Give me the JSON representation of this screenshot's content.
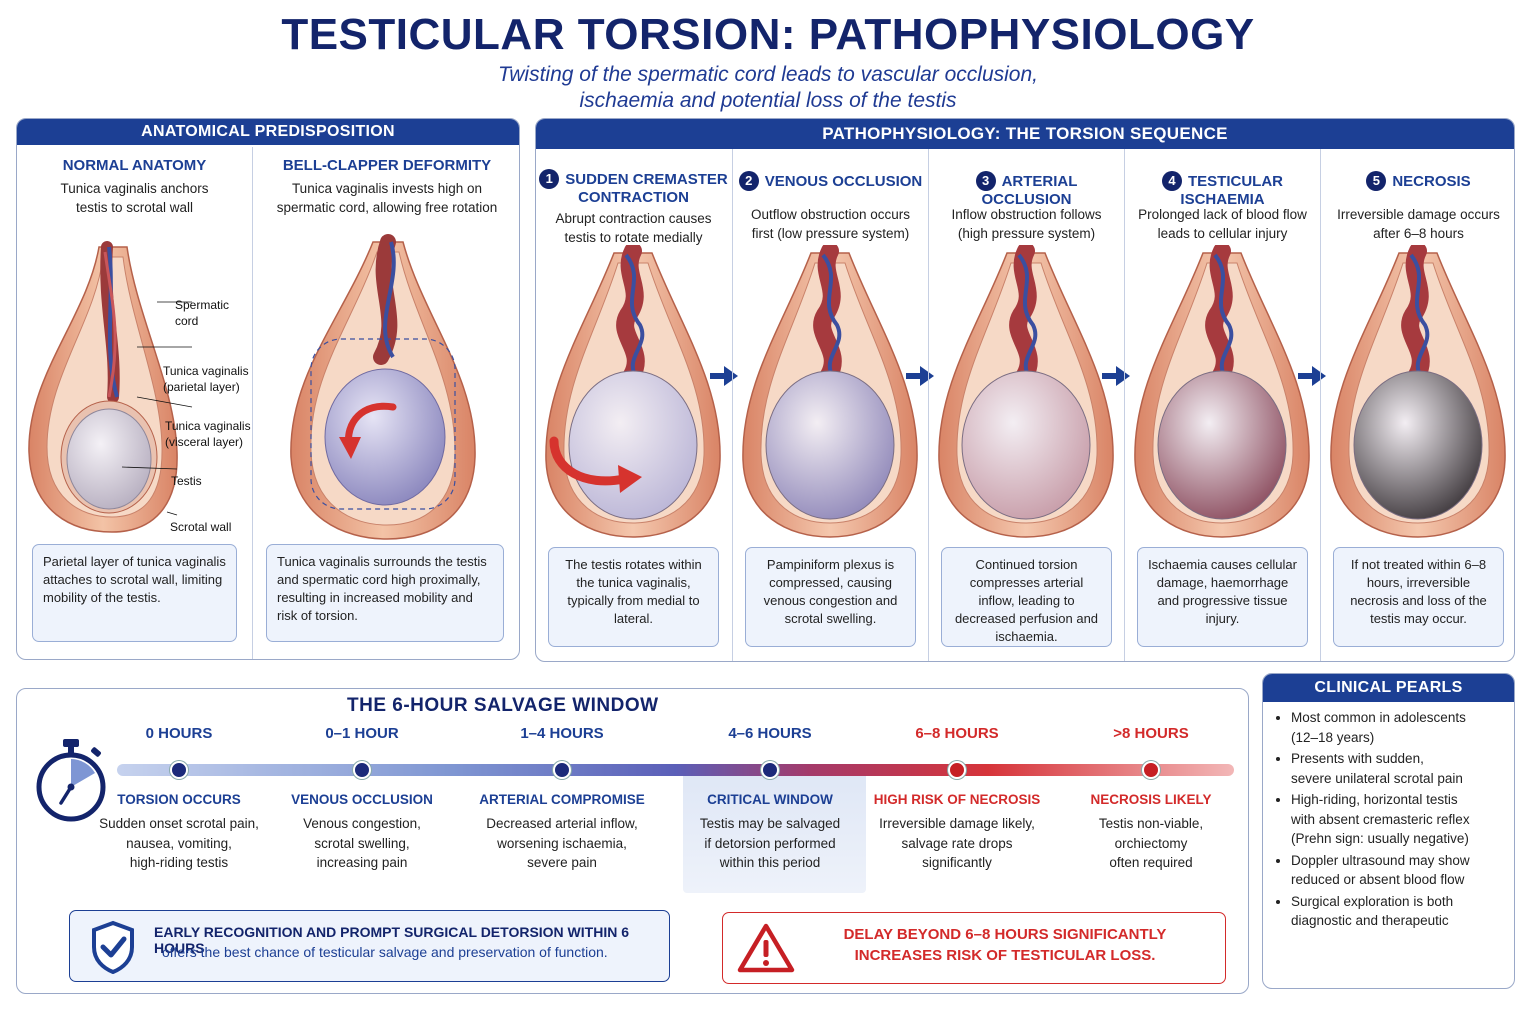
{
  "header": {
    "title": "TESTICULAR TORSION: PATHOPHYSIOLOGY",
    "subtitle_line1": "Twisting of the spermatic cord leads to vascular occlusion,",
    "subtitle_line2": "ischaemia and potential loss of the testis"
  },
  "predisposition": {
    "heading": "ANATOMICAL PREDISPOSITION",
    "normal": {
      "title": "NORMAL ANATOMY",
      "desc_line1": "Tunica vaginalis anchors",
      "desc_line2": "testis to scrotal wall",
      "labels": {
        "cord_1": "Spermatic",
        "cord_2": "cord",
        "parietal_1": "Tunica vaginalis",
        "parietal_2": "(parietal layer)",
        "visceral_1": "Tunica vaginalis",
        "visceral_2": "(visceral layer)",
        "testis": "Testis",
        "wall": "Scrotal wall"
      },
      "box": "Parietal layer of tunica vaginalis attaches to scrotal wall, limiting mobility of the testis."
    },
    "bellclapper": {
      "title": "BELL-CLAPPER DEFORMITY",
      "desc_line1": "Tunica vaginalis invests high on",
      "desc_line2": "spermatic cord, allowing free rotation",
      "box": "Tunica vaginalis surrounds the testis and spermatic cord high proximally, resulting in increased mobility and risk of torsion."
    }
  },
  "sequence": {
    "heading": "PATHOPHYSIOLOGY: THE TORSION SEQUENCE",
    "steps": [
      {
        "num": "1",
        "title_1": "SUDDEN CREMASTER",
        "title_2": "CONTRACTION",
        "desc_1": "Abrupt contraction causes",
        "desc_2": "testis to rotate medially",
        "box": "The testis rotates within the tunica vaginalis, typically from medial to lateral.",
        "testis_color": "#b9b4d6"
      },
      {
        "num": "2",
        "title_1": "VENOUS OCCLUSION",
        "title_2": "",
        "desc_1": "Outflow obstruction occurs",
        "desc_2": "first (low pressure system)",
        "box": "Pampiniform plexus is compressed, causing venous congestion and scrotal swelling.",
        "testis_color": "#8e86b8"
      },
      {
        "num": "3",
        "title_1": "ARTERIAL OCCLUSION",
        "title_2": "",
        "desc_1": "Inflow obstruction follows",
        "desc_2": "(high pressure system)",
        "box": "Continued torsion compresses arterial inflow, leading to decreased perfusion and ischaemia.",
        "testis_color": "#c69aa6"
      },
      {
        "num": "4",
        "title_1": "TESTICULAR ISCHAEMIA",
        "title_2": "",
        "desc_1": "Prolonged lack of blood flow",
        "desc_2": "leads to cellular injury",
        "box": "Ischaemia causes cellular damage, haemorrhage and progressive tissue injury.",
        "testis_color": "#8a4a5c"
      },
      {
        "num": "5",
        "title_1": "NECROSIS",
        "title_2": "",
        "desc_1": "Irreversible damage occurs",
        "desc_2": "after 6–8 hours",
        "box": "If not treated within 6–8 hours, irreversible necrosis and loss of the testis may occur.",
        "testis_color": "#3a3438"
      }
    ]
  },
  "salvage": {
    "heading": "THE 6-HOUR SALVAGE WINDOW",
    "milestones": [
      {
        "hour": "0 HOURS",
        "event": "TORSION OCCURS",
        "d1": "Sudden onset scrotal pain,",
        "d2": "nausea, vomiting,",
        "d3": "high-riding testis",
        "red": false,
        "dot": "#1c2a7a"
      },
      {
        "hour": "0–1 HOUR",
        "event": "VENOUS OCCLUSION",
        "d1": "Venous congestion,",
        "d2": "scrotal swelling,",
        "d3": "increasing pain",
        "red": false,
        "dot": "#1c2a7a"
      },
      {
        "hour": "1–4 HOURS",
        "event": "ARTERIAL COMPROMISE",
        "d1": "Decreased arterial inflow,",
        "d2": "worsening ischaemia,",
        "d3": "severe pain",
        "red": false,
        "dot": "#1c2a7a"
      },
      {
        "hour": "4–6 HOURS",
        "event": "CRITICAL WINDOW",
        "d1": "Testis may be salvaged",
        "d2": "if detorsion performed",
        "d3": "within this period",
        "red": false,
        "dot": "#1c2a7a"
      },
      {
        "hour": "6–8 HOURS",
        "event": "HIGH RISK OF NECROSIS",
        "d1": "Irreversible damage likely,",
        "d2": "salvage rate drops",
        "d3": "significantly",
        "red": true,
        "dot": "#c61f24"
      },
      {
        "hour": ">8 HOURS",
        "event": "NECROSIS LIKELY",
        "d1": "Testis non-viable,",
        "d2": "orchiectomy",
        "d3": "often required",
        "red": true,
        "dot": "#c61f24"
      }
    ],
    "good_box_1": "EARLY RECOGNITION AND PROMPT SURGICAL DETORSION WITHIN 6 HOURS",
    "good_box_2": "offers the best chance of testicular salvage and preservation of function.",
    "bad_box_1": "DELAY BEYOND 6–8 HOURS SIGNIFICANTLY",
    "bad_box_2": "INCREASES RISK OF TESTICULAR LOSS."
  },
  "pearls": {
    "heading": "CLINICAL PEARLS",
    "items": [
      [
        "Most common in adolescents",
        "(12–18 years)"
      ],
      [
        "Presents with sudden,",
        "severe unilateral scrotal pain"
      ],
      [
        "High-riding, horizontal testis",
        "with absent cremasteric reflex",
        "(Prehn sign: usually negative)"
      ],
      [
        "Doppler ultrasound may show",
        "reduced or absent blood flow"
      ],
      [
        "Surgical exploration is both",
        "diagnostic and therapeutic"
      ]
    ]
  },
  "colors": {
    "navy": "#13246b",
    "brand_blue": "#1c3f94",
    "danger_red": "#d32a2a"
  }
}
